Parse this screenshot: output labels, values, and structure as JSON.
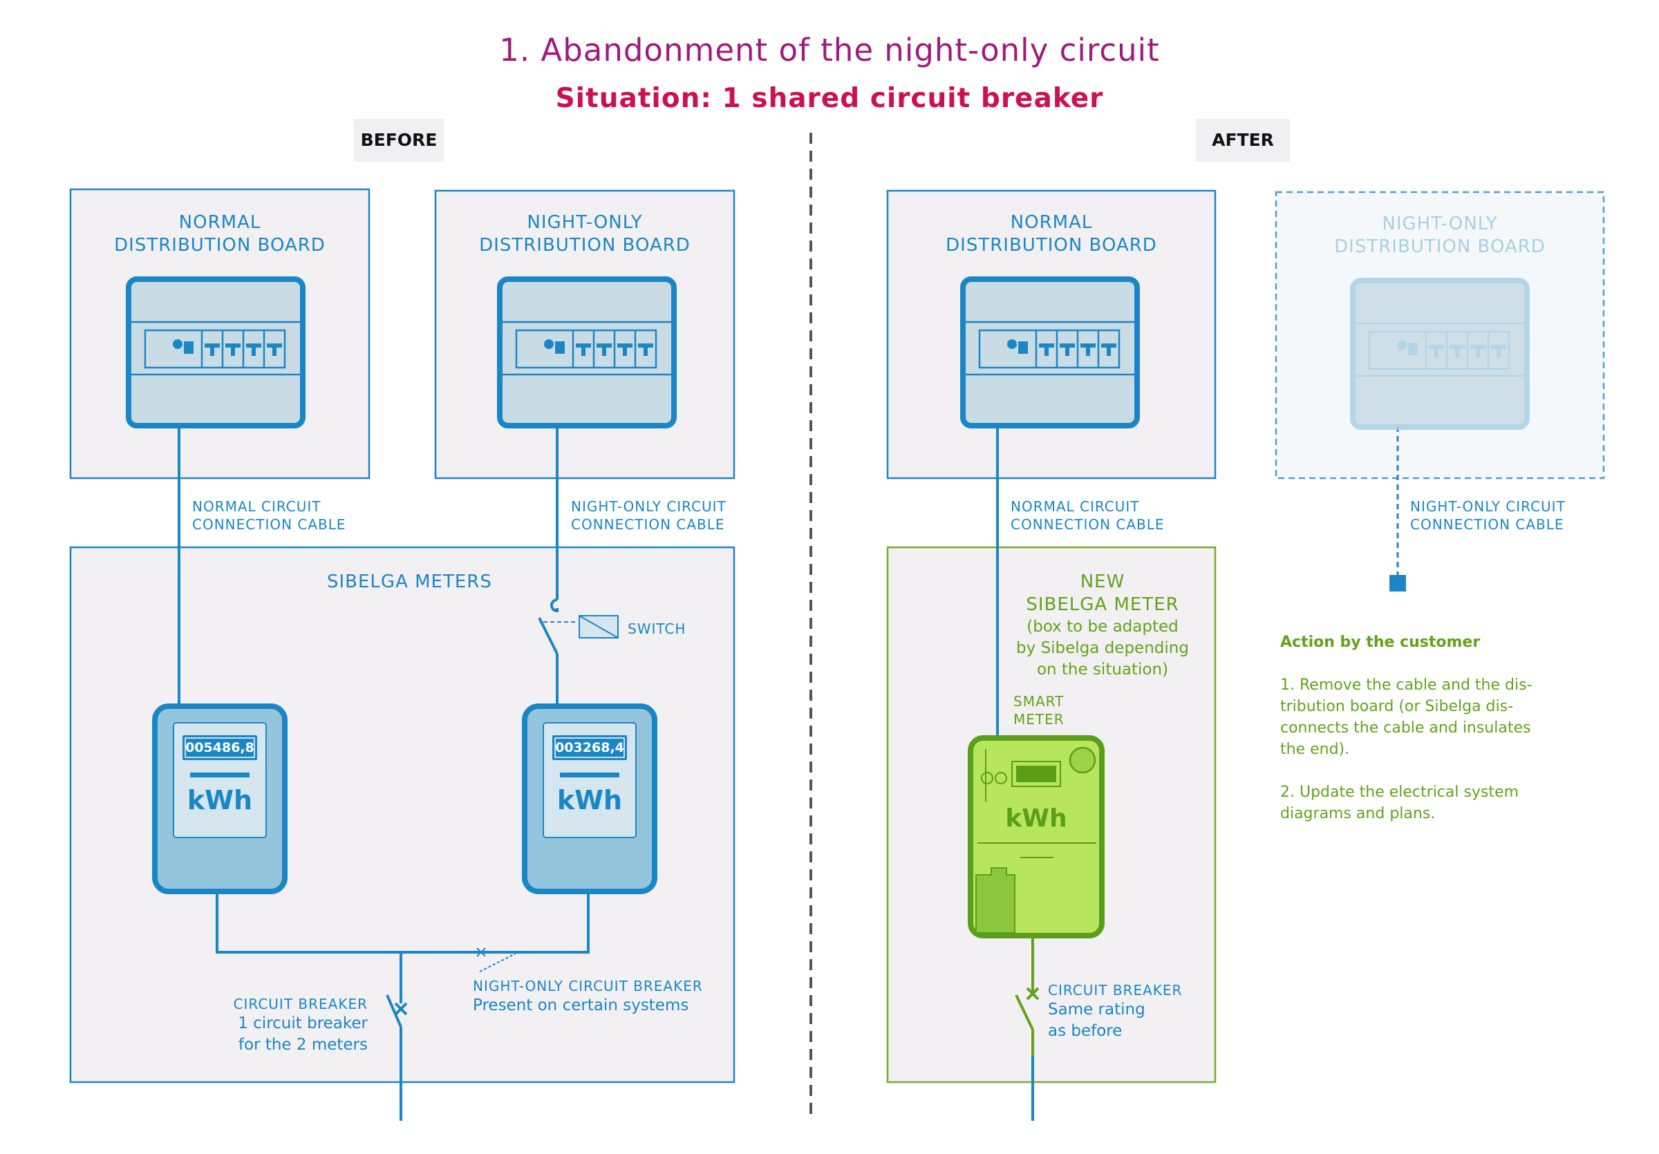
{
  "header": {
    "title": "1. Abandonment of the night-only circuit",
    "subtitle": "Situation: 1 shared circuit breaker"
  },
  "tags": {
    "before": "BEFORE",
    "after": "AFTER"
  },
  "before": {
    "normal_board": {
      "line1": "NORMAL",
      "line2": "DISTRIBUTION BOARD"
    },
    "night_board": {
      "line1": "NIGHT-ONLY",
      "line2": "DISTRIBUTION BOARD"
    },
    "normal_cable": {
      "line1": "NORMAL CIRCUIT",
      "line2": "CONNECTION CABLE"
    },
    "night_cable": {
      "line1": "NIGHT-ONLY CIRCUIT",
      "line2": "CONNECTION CABLE"
    },
    "meters_title": "SIBELGA METERS",
    "switch_label": "SWITCH",
    "meter1": {
      "reading": "005486,8",
      "unit": "kWh"
    },
    "meter2": {
      "reading": "003268,4",
      "unit": "kWh"
    },
    "night_breaker": {
      "title": "NIGHT-ONLY CIRCUIT BREAKER",
      "note": "Present on certain systems"
    },
    "breaker": {
      "title": "CIRCUIT BREAKER",
      "line1": "1 circuit breaker",
      "line2": "for the 2 meters"
    }
  },
  "after": {
    "normal_board": {
      "line1": "NORMAL",
      "line2": "DISTRIBUTION BOARD"
    },
    "night_board": {
      "line1": "NIGHT-ONLY",
      "line2": "DISTRIBUTION BOARD"
    },
    "normal_cable": {
      "line1": "NORMAL CIRCUIT",
      "line2": "CONNECTION CABLE"
    },
    "night_cable": {
      "line1": "NIGHT-ONLY CIRCUIT",
      "line2": "CONNECTION CABLE"
    },
    "new_meter": {
      "line1": "NEW",
      "line2": "SIBELGA METER",
      "note1": "(box to be adapted",
      "note2": "by Sibelga depending",
      "note3": "on the situation)"
    },
    "smart_meter": {
      "line1": "SMART",
      "line2": "METER",
      "unit": "kWh"
    },
    "breaker": {
      "title": "CIRCUIT BREAKER",
      "line1": "Same rating",
      "line2": "as before"
    },
    "action": {
      "title": "Action by the customer",
      "step1": [
        "1. Remove the cable and the dis-",
        "tribution board (or Sibelga dis-",
        "connects the cable and insulates",
        "the end)."
      ],
      "step2": [
        "2. Update the electrical system",
        "diagrams and plans."
      ]
    }
  },
  "colors": {
    "blue": "#1b86c5",
    "box_bg": "#f2f0f3",
    "green": "#62a31a",
    "green_fill": "#b8e55e",
    "title": "#a01a7d",
    "subtitle": "#cc1153"
  }
}
